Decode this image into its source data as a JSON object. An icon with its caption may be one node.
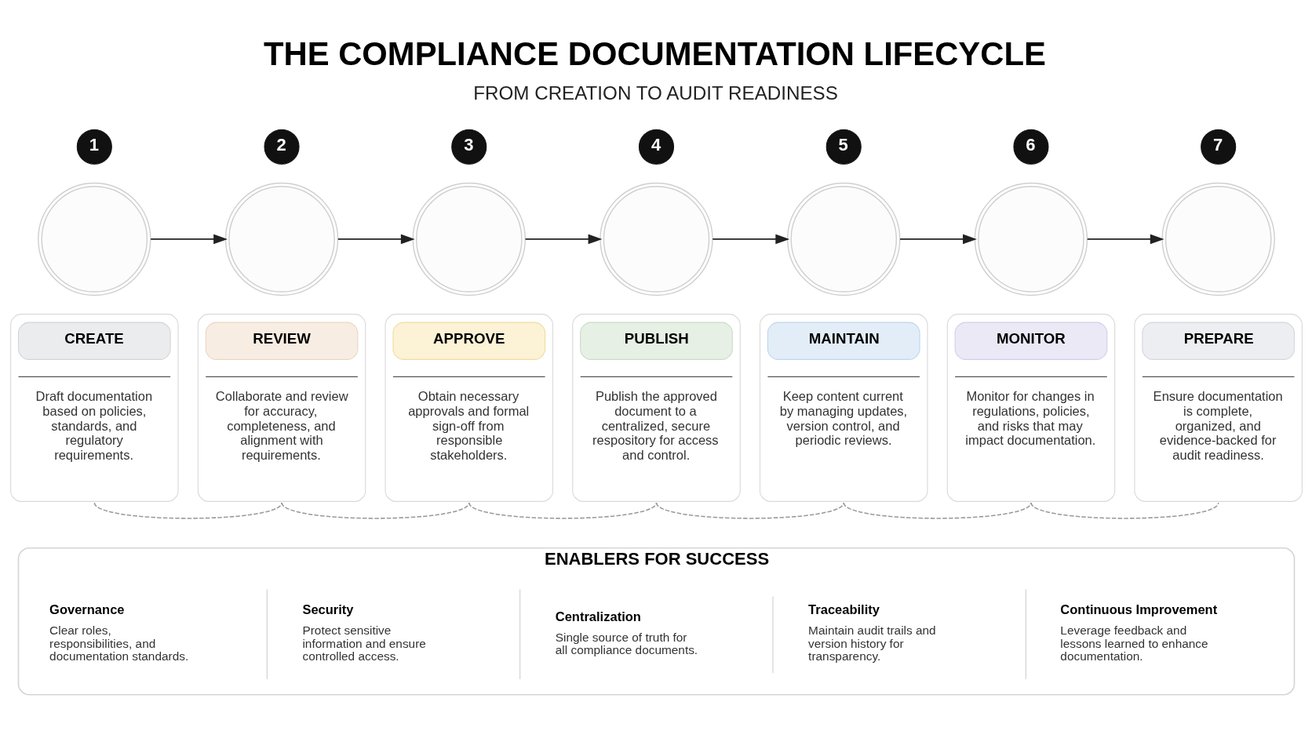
{
  "diagram": {
    "title": "THE COMPLIANCE DOCUMENTATION LIFECYCLE",
    "nodes": [
      {
        "text": [
          "1"
        ]
      },
      {
        "text": [],
        "shape": "circle"
      },
      {
        "text": [
          "CREATE",
          "Draft documentation based on policies, standards, and regulatory requirements."
        ]
      },
      {
        "text": [
          "2"
        ]
      },
      {
        "text": [],
        "shape": "circle"
      },
      {
        "text": [
          "REVIEW",
          "Collaborate and review for accuracy, completeness, and alignment with requirements."
        ]
      },
      {
        "text": [
          "3"
        ]
      },
      {
        "text": [],
        "shape": "circle"
      },
      {
        "text": [
          "APPROVE",
          "Obtain necessary approvals and formal sign-off from responsible stakeholders."
        ]
      },
      {
        "text": [
          "4"
        ]
      },
      {
        "text": [],
        "shape": "circle"
      },
      {
        "text": [
          "PUBLISH",
          "Publish the approved document to a centralized, secure respository for access and control."
        ]
      },
      {
        "text": [
          "5"
        ]
      },
      {
        "text": [],
        "shape": "circle"
      },
      {
        "text": [
          "MAINTAIN",
          "Keep content current by managing updates, version control, and periodic reviews."
        ]
      },
      {
        "text": [
          "6"
        ]
      },
      {
        "text": [],
        "shape": "circle"
      },
      {
        "text": [
          "MONITOR",
          "Monitor for changes in regulations, policies, and risks that may impact documentation."
        ]
      },
      {
        "text": [
          "7"
        ]
      },
      {
        "text": [],
        "shape": "circle"
      },
      {
        "text": [
          "PREPARE",
          "Ensure documentation is complete, organized, and evidence-backed for audit readiness."
        ]
      },
      {
        "text": [
          "ENABLERS FOR SUCCESS"
        ]
      },
      {
        "text": [
          "Governance",
          "Clear roles, responsibilities, and documentation standards."
        ],
        "in": 21
      },
      {
        "text": [
          "Security",
          "Protect sensitive information and ensure controlled access."
        ],
        "in": 21
      },
      {
        "text": [
          "Centralization",
          "Single source of truth for all compliance documents."
        ],
        "in": 21
      },
      {
        "text": [
          "Traceability",
          "Maintain audit trails and version history for transparency."
        ],
        "in": 21
      },
      {
        "text": [
          "Continuous Improvement",
          "Leverage feedback and lessons learned to enhance documentation."
        ],
        "in": 21
      }
    ],
    "edges": [
      {
        "from": 1,
        "to": 4,
        "arrow": "to"
      },
      {
        "from": 4,
        "to": 7,
        "arrow": "to"
      },
      {
        "from": 7,
        "to": 10,
        "arrow": "to"
      },
      {
        "from": 10,
        "to": 13,
        "arrow": "to"
      },
      {
        "from": 13,
        "to": 16,
        "arrow": "to"
      },
      {
        "from": 16,
        "to": 19,
        "arrow": "to"
      },
      {
        "from": 2,
        "to": 5,
        "arrow": "none",
        "style": "dashed",
        "color": "#999999"
      },
      {
        "from": 5,
        "to": 8,
        "arrow": "none",
        "style": "dashed",
        "color": "#999999"
      },
      {
        "from": 8,
        "to": 11,
        "arrow": "none",
        "style": "dashed",
        "color": "#999999"
      },
      {
        "from": 11,
        "to": 14,
        "arrow": "none",
        "style": "dashed",
        "color": "#999999"
      },
      {
        "from": 14,
        "to": 17,
        "arrow": "none",
        "style": "dashed",
        "color": "#999999"
      },
      {
        "from": 17,
        "to": 20,
        "arrow": "none",
        "style": "dashed",
        "color": "#999999"
      }
    ],
    "labels": [
      "FROM CREATION TO AUDIT READINESS"
    ]
  }
}
